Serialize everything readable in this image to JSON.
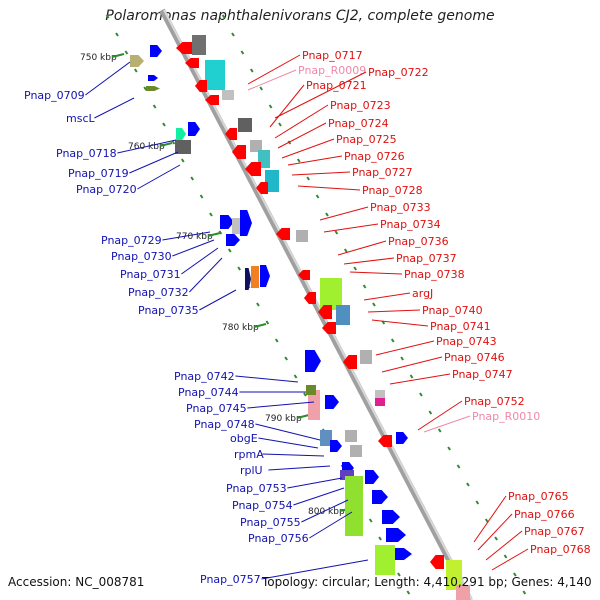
{
  "title": "Polaromonas naphthalenivorans CJ2, complete genome",
  "accession": "Accession: NC_008781",
  "topology": "Topology: circular; Length: 4,410,291 bp; Genes: 4,140",
  "colors": {
    "axis": "#a0a0a0",
    "left_label": "#1212b0",
    "right_label": "#e01010",
    "rna_label": "#f088a8",
    "forward_gene": "#0000ff",
    "reverse_gene": "#ff0000",
    "tick": "#2e8b2e"
  },
  "kbp_marks": [
    "750 kbp",
    "760 kbp",
    "770 kbp",
    "780 kbp",
    "790 kbp",
    "800 kbp"
  ],
  "left_labels": [
    "Pnap_0709",
    "mscL",
    "Pnap_0718",
    "Pnap_0719",
    "Pnap_0720",
    "Pnap_0729",
    "Pnap_0730",
    "Pnap_0731",
    "Pnap_0732",
    "Pnap_0735",
    "Pnap_0742",
    "Pnap_0744",
    "Pnap_0745",
    "Pnap_0748",
    "obgE",
    "rpmA",
    "rplU",
    "Pnap_0753",
    "Pnap_0754",
    "Pnap_0755",
    "Pnap_0756",
    "Pnap_0757"
  ],
  "right_labels": [
    "Pnap_0717",
    "Pnap_R0009",
    "Pnap_0722",
    "Pnap_0721",
    "Pnap_0723",
    "Pnap_0724",
    "Pnap_0725",
    "Pnap_0726",
    "Pnap_0727",
    "Pnap_0728",
    "Pnap_0733",
    "Pnap_0734",
    "Pnap_0736",
    "Pnap_0737",
    "Pnap_0738",
    "argJ",
    "Pnap_0740",
    "Pnap_0741",
    "Pnap_0743",
    "Pnap_0746",
    "Pnap_0747",
    "Pnap_0752",
    "Pnap_R0010",
    "Pnap_0765",
    "Pnap_0766",
    "Pnap_0767",
    "Pnap_0768"
  ]
}
